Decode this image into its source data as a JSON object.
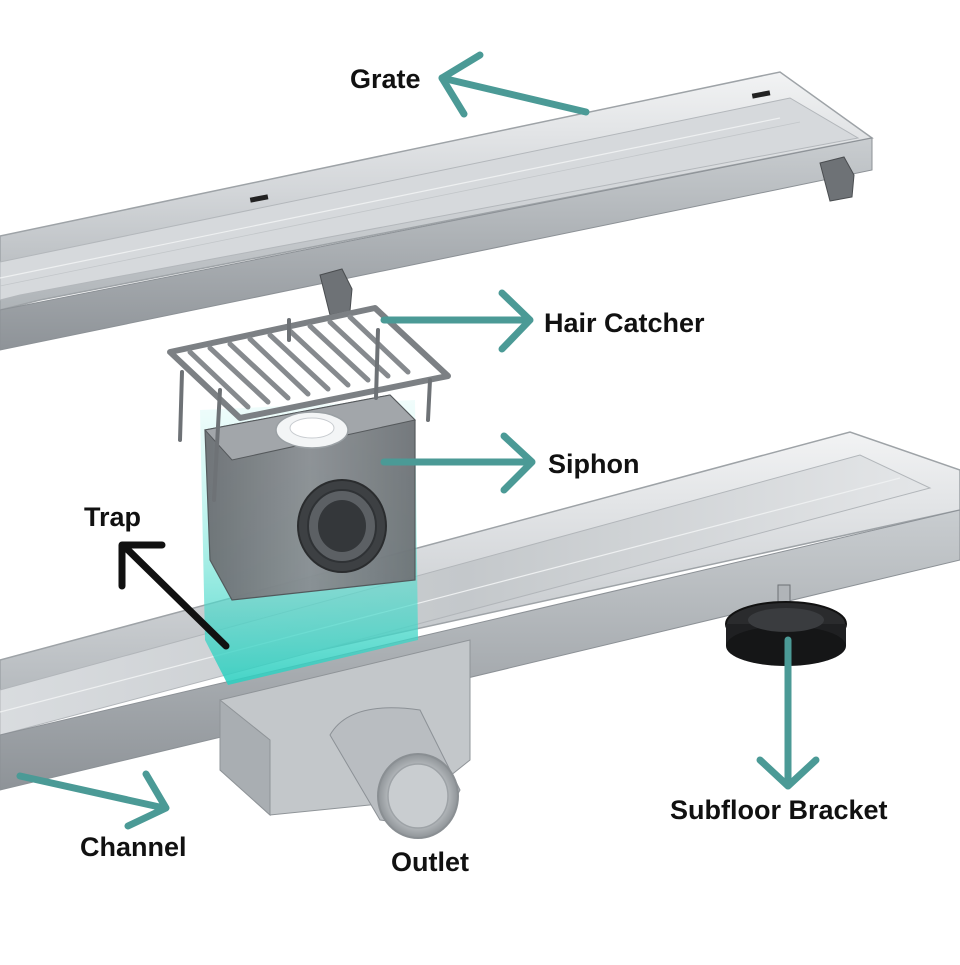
{
  "diagram": {
    "colors": {
      "callout_arrow": "#4b9a96",
      "trap_arrow": "#111111",
      "steel_light": "#e6e8ea",
      "steel_mid": "#b9bdc1",
      "steel_dark": "#8c9196",
      "plastic_grey": "#7c8084",
      "water_teal": "#3fd6c8",
      "text": "#111111"
    },
    "labels": {
      "grate": "Grate",
      "hair_catcher": "Hair Catcher",
      "siphon": "Siphon",
      "trap": "Trap",
      "channel": "Channel",
      "outlet": "Outlet",
      "subfloor_bracket": "Subfloor Bracket"
    },
    "icons": {
      "grate": "stainless-grate-cover",
      "hair_catcher": "comb-strainer",
      "siphon": "plastic-siphon-box",
      "channel": "stainless-channel",
      "outlet": "pipe-outlet",
      "subfloor_bracket": "adjustable-leveling-foot"
    }
  }
}
